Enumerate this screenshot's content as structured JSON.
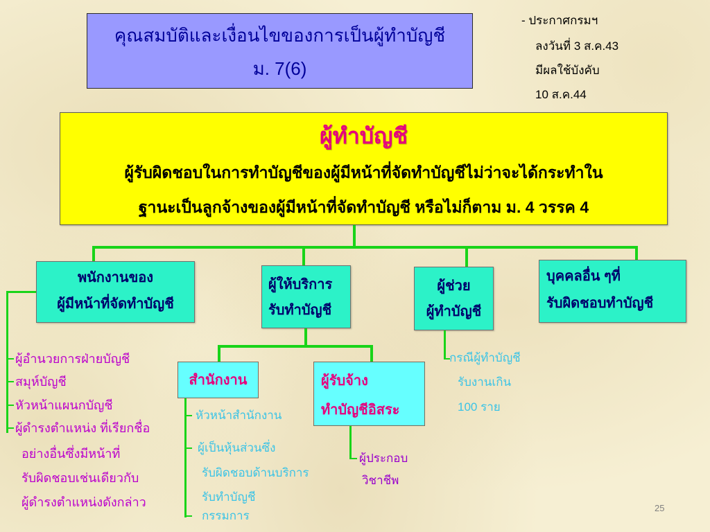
{
  "title": {
    "line1": "คุณสมบัติและเงื่อนไขของการเป็นผู้ทำบัญชี",
    "line2": "ม. 7(6)"
  },
  "announcement": {
    "lines": [
      "- ประกาศกรมฯ",
      "ลงวันที่ 3 ส.ค.43",
      "มีผลใช้บังคับ",
      "10 ส.ค.44"
    ]
  },
  "definition": {
    "heading": "ผู้ทำบัญชี",
    "lines": [
      "ผู้รับผิดชอบในการทำบัญชีของผู้มีหน้าที่จัดทำบัญชีไม่ว่าจะได้กระทำใน",
      "ฐานะเป็นลูกจ้างของผู้มีหน้าที่จัดทำบัญชี หรือไม่ก็ตาม ม. 4 วรรค 4"
    ]
  },
  "categories": [
    {
      "lines": [
        "พนักงานของ",
        "ผู้มีหน้าที่จัดทำบัญชี"
      ]
    },
    {
      "lines": [
        "ผู้ให้บริการ",
        "รับทำบัญชี"
      ]
    },
    {
      "lines": [
        "ผู้ช่วย",
        "ผู้ทำบัญชี"
      ]
    },
    {
      "lines": [
        "บุคคลอื่น ๆที่",
        "รับผิดชอบทำบัญชี"
      ]
    }
  ],
  "employee_positions": [
    {
      "lines": [
        "ผู้อำนวยการฝ่ายบัญชี"
      ]
    },
    {
      "lines": [
        "สมุห์บัญชี"
      ]
    },
    {
      "lines": [
        "หัวหน้าแผนกบัญชี"
      ]
    },
    {
      "lines": [
        "ผู้ดำรงตำแหน่ง ที่เรียกชื่อ",
        "อย่างอื่นซึ่งมีหน้าที่",
        "รับผิดชอบเช่นเดียวกับ",
        "ผู้ดำรงตำแหน่งดังกล่าว"
      ]
    }
  ],
  "service_providers": [
    {
      "lines": [
        "สำนักงาน"
      ]
    },
    {
      "lines": [
        "ผู้รับจ้าง",
        "ทำบัญชีอิสระ"
      ]
    }
  ],
  "office_roles": [
    {
      "lines": [
        "หัวหน้าสำนักงาน"
      ]
    },
    {
      "lines": [
        "ผู้เป็นหุ้นส่วนซึ่ง",
        "รับผิดชอบด้านบริการ",
        "รับทำบัญชี"
      ]
    },
    {
      "lines": [
        "กรรมการ"
      ]
    }
  ],
  "freelancer_requirement": {
    "lines": [
      "ผู้ประกอบ",
      "วิชาชีพ"
    ]
  },
  "assistant_condition": {
    "lines": [
      "กรณีผู้ทำบัญชี",
      "รับงานเกิน",
      "100 ราย"
    ]
  },
  "page_number": "25",
  "colors": {
    "background": "#F6EFD3",
    "title_box": "#9999FF",
    "title_text": "#000099",
    "note_text": "#000000",
    "definition_box": "#FFFF00",
    "definition_heading": "#E6007E",
    "definition_text": "#000000",
    "category_box": "#2CF2C8",
    "category_text": "#00006B",
    "service_box": "#66FFFF",
    "service_text": "#E6007E",
    "connector": "#19D419",
    "employee_list_text": "#BB00CC",
    "office_list_text": "#3BC3E6",
    "freelance_text": "#9900CC",
    "assistant_note_text": "#3BC3E6",
    "page_number": "#808080"
  }
}
